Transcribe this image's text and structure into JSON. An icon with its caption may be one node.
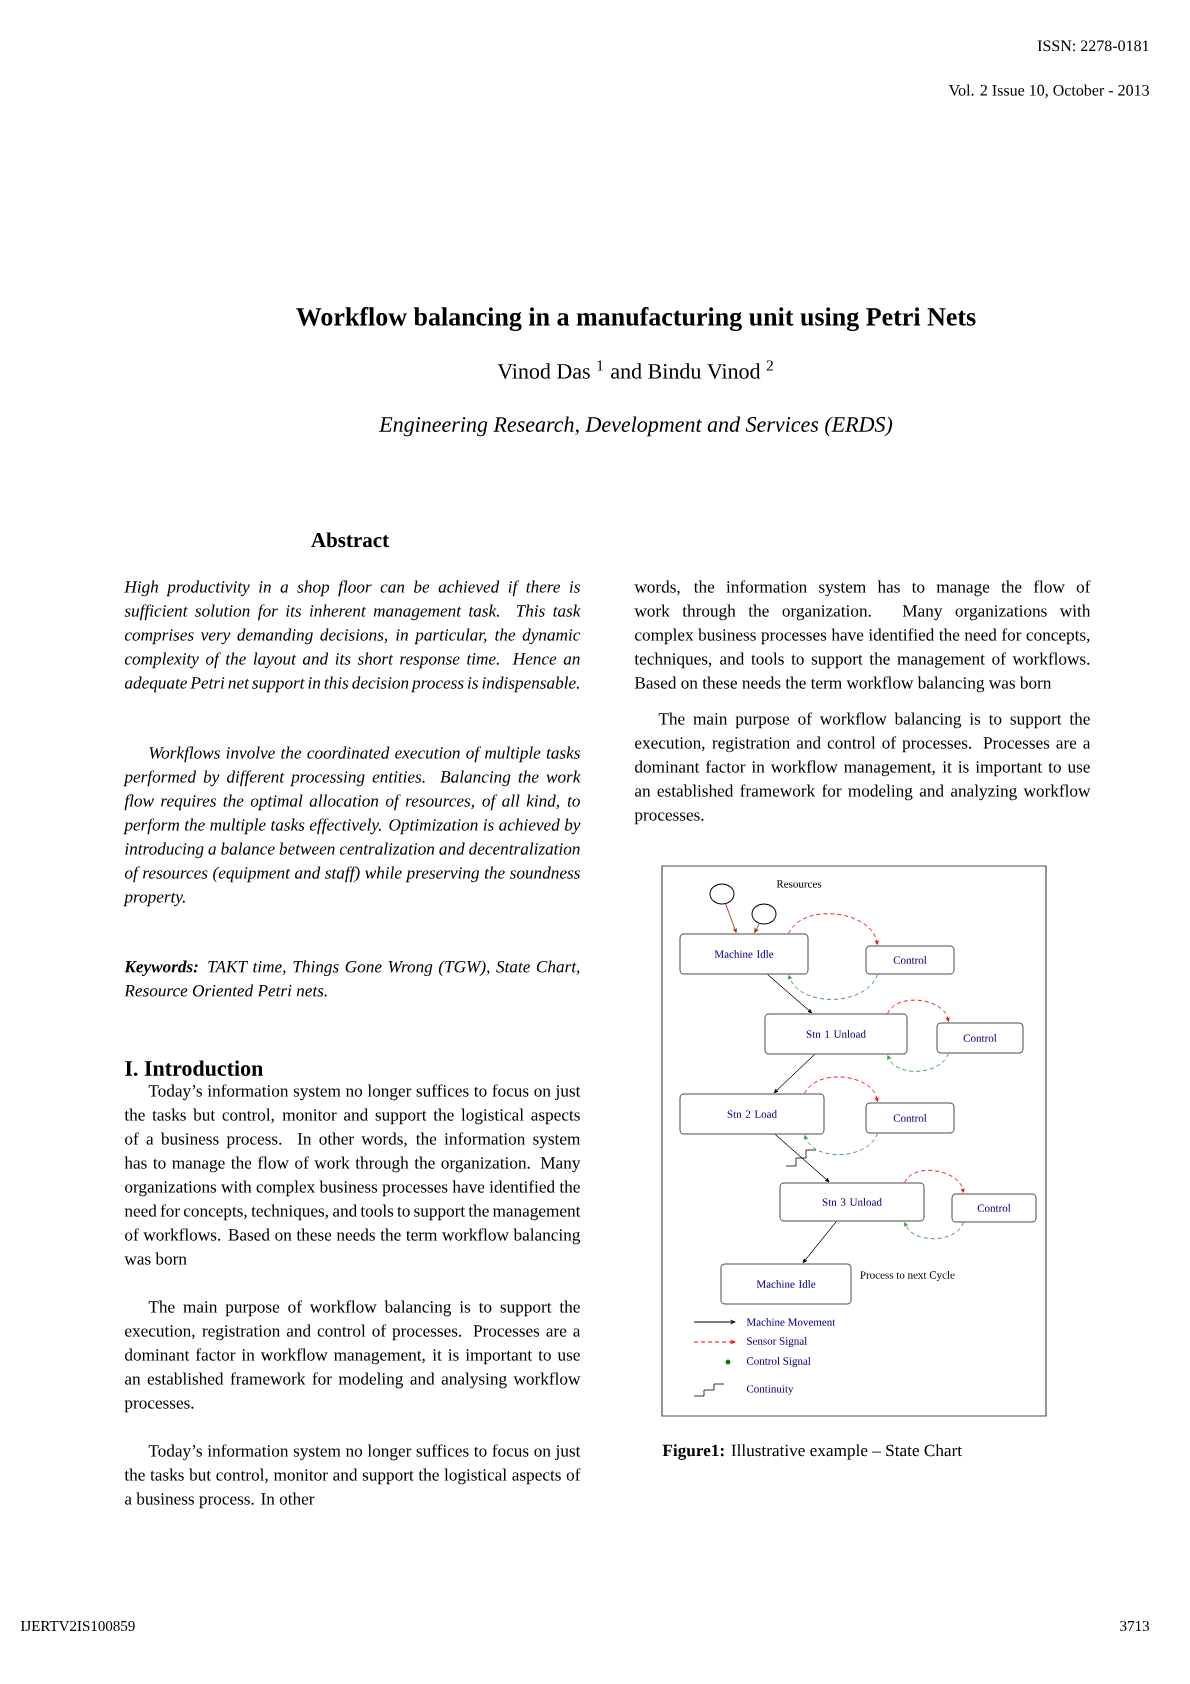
{
  "diagram": {
    "title": "Workflow balancing in a manufacturing unit using Petri Nets",
    "caption": "**Figure1:** Illustrative example – State Chart",
    "nodes": [
      {
        "text": [],
        "shape": "circle"
      },
      {
        "text": [],
        "shape": "circle"
      },
      {
        "text": [
          "Machine Idle"
        ]
      },
      {
        "text": [
          "Control"
        ]
      },
      {
        "text": [
          "Stn 1 Unload"
        ]
      },
      {
        "text": [
          "Control"
        ]
      },
      {
        "text": [
          "Stn 2 Load"
        ]
      },
      {
        "text": [
          "Control"
        ]
      },
      {
        "text": [
          "Stn 3 Unload"
        ]
      },
      {
        "text": [
          "Control"
        ]
      },
      {
        "text": [
          "Machine Idle"
        ],
        "beside": [
          "Process to next Cycle"
        ]
      }
    ],
    "edges": [
      {
        "from": 0,
        "to": 2,
        "arrow": "to",
        "color": "#993300"
      },
      {
        "from": 1,
        "to": 2,
        "arrow": "to",
        "color": "#993300"
      },
      {
        "from": 2,
        "to": 3,
        "arrow": "to",
        "style": "dashed",
        "color": "#ff0000"
      },
      {
        "from": 3,
        "to": 2,
        "arrow": "to",
        "style": "dashed",
        "color": "#339933"
      },
      {
        "from": 2,
        "to": 4,
        "arrow": "to",
        "color": "#000000"
      },
      {
        "from": 4,
        "to": 5,
        "arrow": "to",
        "style": "dashed",
        "color": "#ff0000"
      },
      {
        "from": 5,
        "to": 4,
        "arrow": "to",
        "style": "dashed",
        "color": "#339933"
      },
      {
        "from": 4,
        "to": 6,
        "arrow": "to",
        "color": "#000000"
      },
      {
        "from": 6,
        "to": 7,
        "arrow": "to",
        "style": "dashed",
        "color": "#ff0000"
      },
      {
        "from": 7,
        "to": 6,
        "arrow": "to",
        "style": "dashed",
        "color": "#339933"
      },
      {
        "from": 6,
        "to": 8,
        "arrow": "to",
        "color": "#000000"
      },
      {
        "from": 8,
        "to": 9,
        "arrow": "to",
        "style": "dashed",
        "color": "#ff0000"
      },
      {
        "from": 9,
        "to": 8,
        "arrow": "to",
        "style": "dashed",
        "color": "#339933"
      },
      {
        "from": 8,
        "to": 10,
        "arrow": "to",
        "color": "#000000"
      }
    ],
    "labels": [
      "ISSN: 2278-0181",
      "Vol. 2 Issue 10, October - 2013",
      "Vinod Das $^{1}$ and Bindu Vinod $^{2}$",
      "Engineering Research, Development and Services (ERDS)",
      "Abstract",
      "High productivity in a shop floor can be achieved if there is sufficient solution for its inherent management task. This task comprises very demanding decisions, in particular, the dynamic complexity of the layout and its short response time. Hence an adequate Petri net support in this decision process is indispensable.",
      "Workflows involve the coordinated execution of multiple tasks performed by different processing entities. Balancing the work flow requires the optimal allocation of resources, of all kind, to perform the multiple tasks effectively. Optimization is achieved by introducing a balance between centralization and decentralization of resources (equipment and staff) while preserving the soundness property.",
      "**Keywords:** TAKT time, Things Gone Wrong (TGW), State Chart, Resource Oriented Petri nets.",
      "I. Introduction",
      "Today’s information system no longer suffices to focus on just the tasks but control, monitor and support the logistical aspects of a business process. In other words, the information system has to manage the flow of work through the organization. Many organizations with complex business processes have identified the need for concepts, techniques, and tools to support the management of workflows. Based on these needs the term workflow balancing was born",
      "The main purpose of workflow balancing is to support the execution, registration and control of processes. Processes are a dominant factor in workflow management, it is important to use an established framework for modeling and analysing workflow processes.",
      "Today’s information system no longer suffices to focus on just the tasks but control, monitor and support the logistical aspects of a business process. In other",
      "words, the information system has to manage the flow of work through the organization. Many organizations with complex business processes have identified the need for concepts, techniques, and tools to support the management of workflows. Based on these needs the term workflow balancing was born",
      "The main purpose of workflow balancing is to support the execution, registration and control of processes. Processes are a dominant factor in workflow management, it is important to use an established framework for modeling and analyzing workflow processes.",
      "Resources",
      "IJERTV2IS100859",
      "3713"
    ],
    "legend": [
      {
        "text": "Machine Movement"
      },
      {
        "text": "Sensor Signal"
      },
      {
        "text": "Control Signal"
      },
      {
        "text": "Continuity"
      }
    ]
  }
}
